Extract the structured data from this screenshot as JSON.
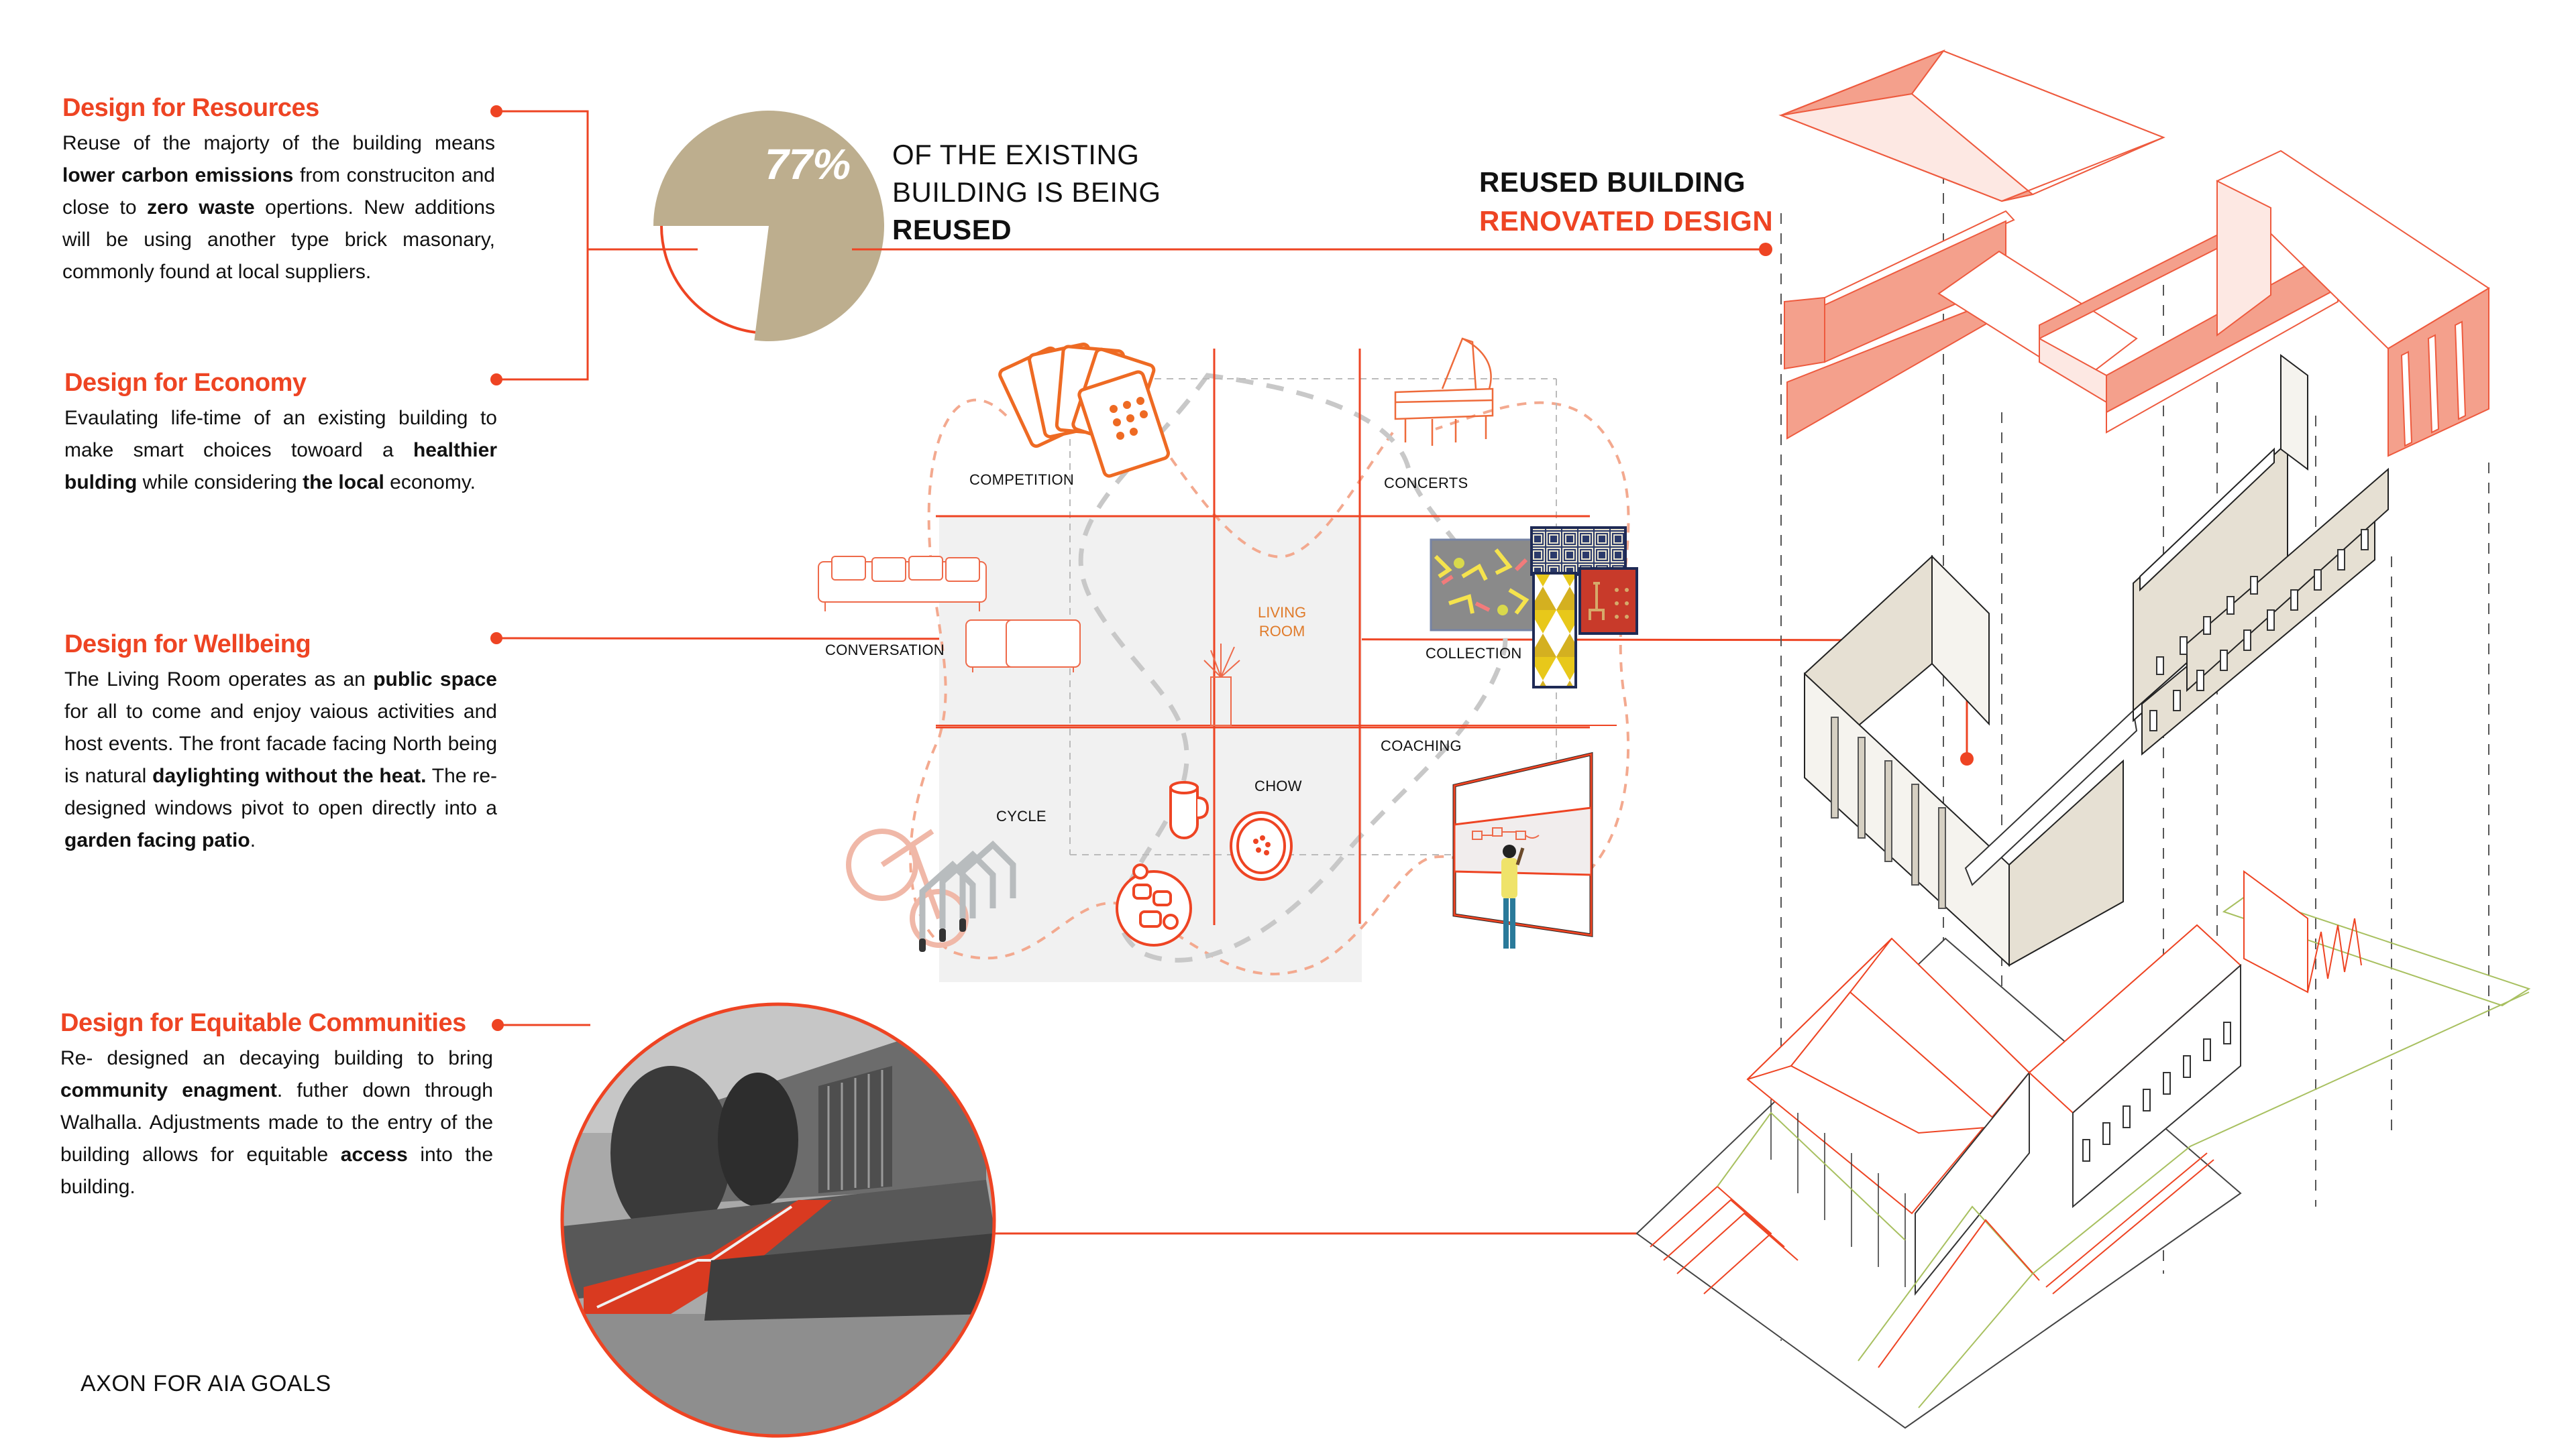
{
  "colors": {
    "accent": "#ee4423",
    "pie_fill": "#bdae8e",
    "roof_fill": "#f4a08c",
    "roof_light": "#fde8e3",
    "existing_wall": "#e6e0d3",
    "grid_bg": "#f1f1f1",
    "living_room_label": "#e07b2a",
    "site_green": "#a8c060"
  },
  "goals": [
    {
      "title": "Design for Resources",
      "body_parts": [
        {
          "text": "Reuse of the majorty of the building means ",
          "bold": false
        },
        {
          "text": "lower carbon emissions",
          "bold": true
        },
        {
          "text": " from construciton and close to ",
          "bold": false
        },
        {
          "text": "zero waste",
          "bold": true
        },
        {
          "text": " opertions. New additions will be using another type brick masonary, commonly found at local suppliers.",
          "bold": false
        }
      ]
    },
    {
      "title": "Design for Economy",
      "body_parts": [
        {
          "text": "Evaulating life-time of an existing building to make smart choices towoard a ",
          "bold": false
        },
        {
          "text": "healthier bulding",
          "bold": true
        },
        {
          "text": " while considering ",
          "bold": false
        },
        {
          "text": "the local",
          "bold": true
        },
        {
          "text": " economy.",
          "bold": false
        }
      ]
    },
    {
      "title": "Design for Wellbeing",
      "body_parts": [
        {
          "text": "The Living Room operates as an ",
          "bold": false
        },
        {
          "text": "public space",
          "bold": true
        },
        {
          "text": " for all to come and enjoy vaious activities and host events. The front facade facing North being is natural ",
          "bold": false
        },
        {
          "text": "daylighting without the heat.",
          "bold": true
        },
        {
          "text": " The re-designed  windows pivot to open directly into a ",
          "bold": false
        },
        {
          "text": "garden facing patio",
          "bold": true
        },
        {
          "text": ".",
          "bold": false
        }
      ]
    },
    {
      "title": "Design for Equitable Communities",
      "body_parts": [
        {
          "text": "Re- designed an decaying building to bring ",
          "bold": false
        },
        {
          "text": "community enagment",
          "bold": true
        },
        {
          "text": ". futher down through Walhalla. Adjustments made to the entry of the building allows for equitable ",
          "bold": false
        },
        {
          "text": "access",
          "bold": true
        },
        {
          "text": " into the building.",
          "bold": false
        }
      ]
    }
  ],
  "reuse_stat": {
    "percent_label": "77%",
    "reused_fraction": 0.77,
    "line1": "OF THE EXISTING",
    "line2": "BUILDING IS BEING",
    "line3": "REUSED"
  },
  "legend": {
    "existing": "REUSED BUILDING",
    "renovated": "RENOVATED DESIGN"
  },
  "living_room": {
    "center_label_line1": "LIVING",
    "center_label_line2": "ROOM",
    "zones": [
      {
        "id": "competition",
        "label": "COMPETITION",
        "icon": "playing-cards-icon"
      },
      {
        "id": "concerts",
        "label": "CONCERTS",
        "icon": "grand-piano-icon"
      },
      {
        "id": "conversation",
        "label": "CONVERSATION",
        "icon": "sofa-icon"
      },
      {
        "id": "collection",
        "label": "COLLECTION",
        "icon": "rug-collection-icon"
      },
      {
        "id": "cycle",
        "label": "CYCLE",
        "icon": "bicycle-rack-icon"
      },
      {
        "id": "chow",
        "label": "CHOW",
        "icon": "food-plate-icon"
      },
      {
        "id": "coaching",
        "label": "COACHING",
        "icon": "whiteboard-icon"
      }
    ]
  },
  "caption": "AXON FOR AIA GOALS"
}
